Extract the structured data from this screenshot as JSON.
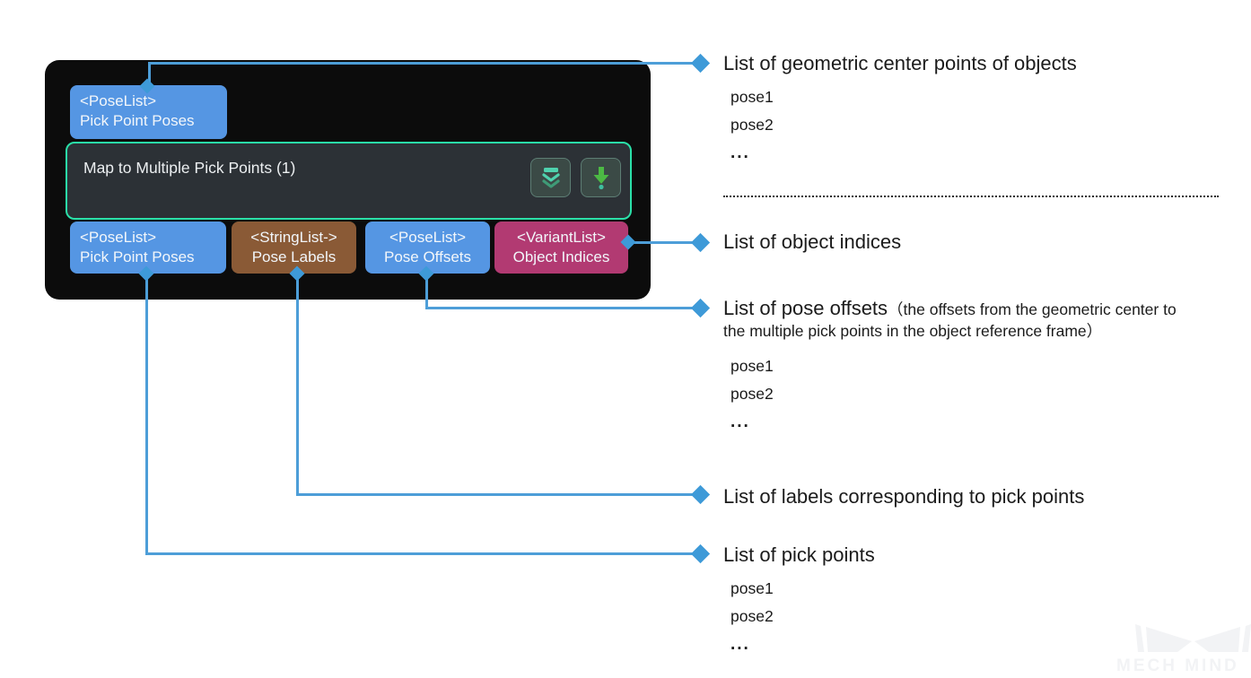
{
  "node": {
    "title": "Map to Multiple Pick Points (1)",
    "top_port": {
      "type": "<PoseList>",
      "label": "Pick Point Poses"
    },
    "bottom_ports": [
      {
        "type": "<PoseList>",
        "label": "Pick Point Poses",
        "color": "#5596e3"
      },
      {
        "type": "<StringList->",
        "label": "Pose Labels",
        "color": "#8a5a36"
      },
      {
        "type": "<PoseList>",
        "label": "Pose Offsets",
        "color": "#5596e3"
      },
      {
        "type": "<VariantList>",
        "label": "Object Indices",
        "color": "#b23a72"
      }
    ]
  },
  "annotations": [
    {
      "title": "List of geometric center points of objects",
      "items": [
        "pose1",
        "pose2",
        "..."
      ]
    },
    {
      "title": "List of object indices"
    },
    {
      "title": "List of pose offsets",
      "detail": "（the offsets from the geometric center to the multiple pick points in the object reference frame）",
      "items": [
        "pose1",
        "pose2",
        "..."
      ]
    },
    {
      "title": "List of labels corresponding to pick points"
    },
    {
      "title": "List of pick points",
      "items": [
        "pose1",
        "pose2",
        "..."
      ]
    }
  ],
  "watermark": "MECH MIND",
  "colors": {
    "node_bg": "#0c0c0c",
    "titlebar_bg": "#2c3136",
    "titlebar_border": "#2ae0a8",
    "port_blue": "#5596e3",
    "port_brown": "#8a5a36",
    "port_magenta": "#b23a72",
    "connector_blue": "#4d9ed8",
    "icon_teal": "#4fd2ae",
    "icon_green": "#4cb944"
  }
}
